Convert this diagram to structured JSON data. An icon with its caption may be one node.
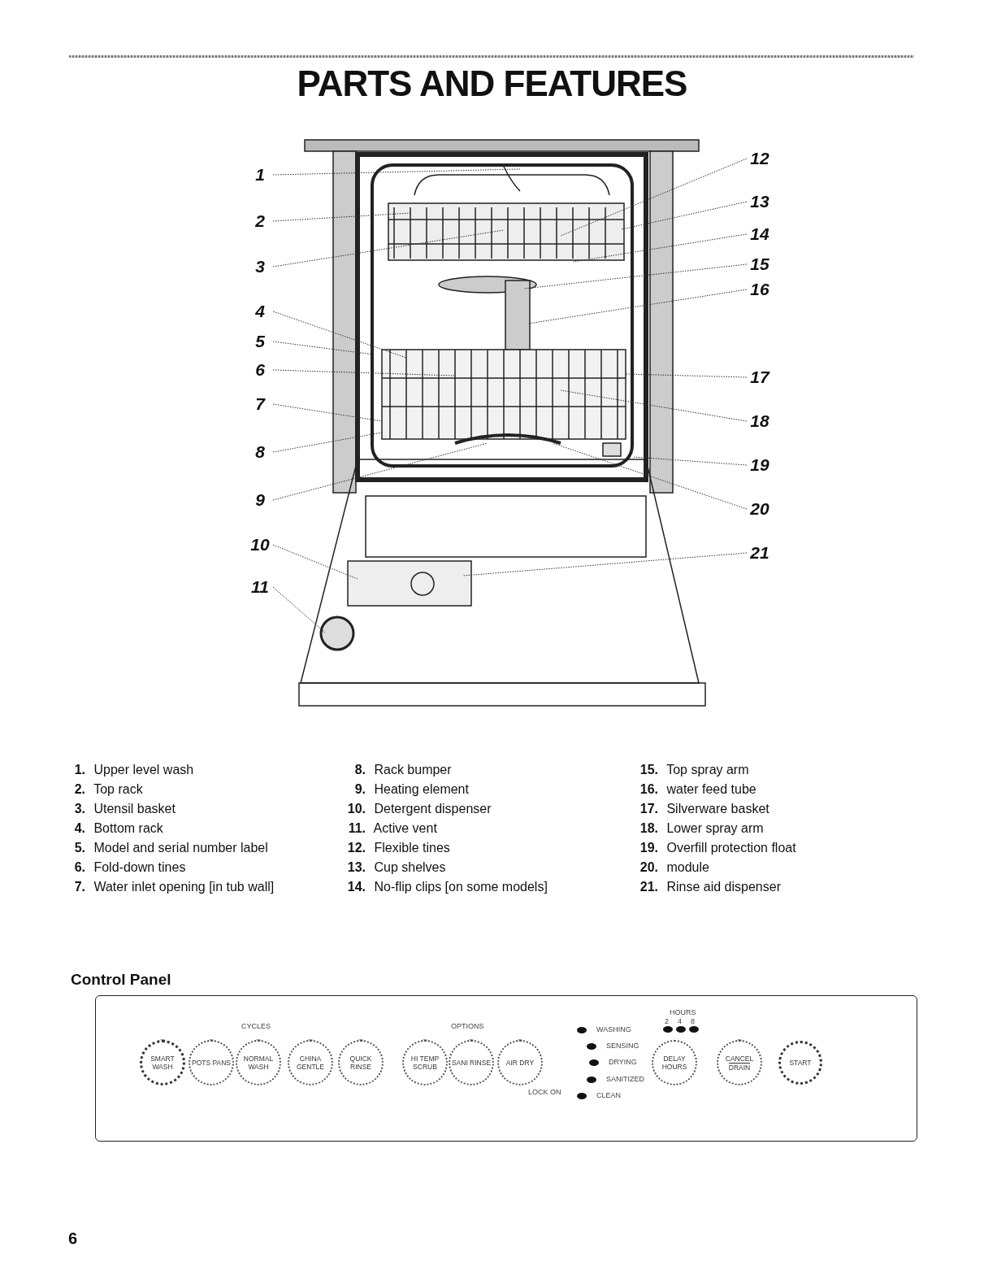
{
  "diagram": {
    "title": "PARTS AND FEATURES",
    "nodes": [
      {
        "text": [
          "1"
        ]
      },
      {
        "text": [
          "2"
        ]
      },
      {
        "text": [
          "3"
        ]
      },
      {
        "text": [
          "4"
        ]
      },
      {
        "text": [
          "5"
        ]
      },
      {
        "text": [
          "6"
        ]
      },
      {
        "text": [
          "7"
        ]
      },
      {
        "text": [
          "8"
        ]
      },
      {
        "text": [
          "9"
        ]
      },
      {
        "text": [
          "10"
        ]
      },
      {
        "text": [
          "11"
        ]
      },
      {
        "text": [
          "12"
        ]
      },
      {
        "text": [
          "13"
        ]
      },
      {
        "text": [
          "14"
        ]
      },
      {
        "text": [
          "15"
        ]
      },
      {
        "text": [
          "16"
        ]
      },
      {
        "text": [
          "17"
        ]
      },
      {
        "text": [
          "18"
        ]
      },
      {
        "text": [
          "19"
        ]
      },
      {
        "text": [
          "20"
        ]
      },
      {
        "text": [
          "21"
        ]
      },
      {
        "text": [
          "Control Panel"
        ]
      },
      {
        "text": [
          "SMART WASH"
        ],
        "in": 21
      },
      {
        "text": [
          "POTS PANS"
        ],
        "in": 21
      },
      {
        "text": [
          "NORMAL WASH"
        ],
        "in": 21
      },
      {
        "text": [
          "CHINA GENTLE"
        ],
        "in": 21
      },
      {
        "text": [
          "QUICK RINSE"
        ],
        "in": 21
      },
      {
        "text": [
          "HI TEMP SCRUB"
        ],
        "in": 21
      },
      {
        "text": [
          "SANI RINSE"
        ],
        "in": 21
      },
      {
        "text": [
          "AIR DRY"
        ],
        "in": 21
      },
      {
        "text": [
          "DELAY HOURS"
        ],
        "in": 21
      },
      {
        "text": [
          "CANCEL",
          "DRAIN"
        ],
        "in": 21
      },
      {
        "text": [
          "START"
        ],
        "in": 21
      }
    ],
    "edges": [
      {
        "from": 0,
        "to": null,
        "arrow": "none"
      },
      {
        "from": 1,
        "to": null,
        "arrow": "none"
      },
      {
        "from": 2,
        "to": null,
        "arrow": "none"
      },
      {
        "from": 3,
        "to": null,
        "arrow": "none"
      },
      {
        "from": 4,
        "to": null,
        "arrow": "none"
      },
      {
        "from": 5,
        "to": null,
        "arrow": "none"
      },
      {
        "from": 6,
        "to": null,
        "arrow": "none"
      },
      {
        "from": 7,
        "to": null,
        "arrow": "none"
      },
      {
        "from": 8,
        "to": null,
        "arrow": "none"
      },
      {
        "from": 9,
        "to": null,
        "arrow": "none"
      },
      {
        "from": 10,
        "to": null,
        "arrow": "none"
      },
      {
        "from": 11,
        "to": null,
        "arrow": "none"
      },
      {
        "from": 12,
        "to": null,
        "arrow": "none"
      },
      {
        "from": 13,
        "to": null,
        "arrow": "none"
      },
      {
        "from": 14,
        "to": null,
        "arrow": "none"
      },
      {
        "from": 15,
        "to": null,
        "arrow": "none"
      },
      {
        "from": 16,
        "to": null,
        "arrow": "none"
      },
      {
        "from": 17,
        "to": null,
        "arrow": "none"
      },
      {
        "from": 18,
        "to": null,
        "arrow": "none"
      },
      {
        "from": 19,
        "to": null,
        "arrow": "none"
      },
      {
        "from": 20,
        "to": null,
        "arrow": "none"
      }
    ],
    "labels": [
      "**1.** Upper level wash",
      "**2.** Top rack",
      "**3.** Utensil basket",
      "**4.** Bottom rack",
      "**5.** Model and serial number label",
      "**6.** Fold-down tines",
      "**7.** Water inlet opening [in tub wall]",
      "**8.** Rack bumper",
      "**9.** Heating element",
      "**10.** Detergent dispenser",
      "**11.** Active vent",
      "**12.** Flexible tines",
      "**13.** Cup shelves",
      "**14.** No-flip clips [on some models]",
      "**15.** Top spray arm",
      "**16.** water feed tube",
      "**17.** Silverware basket",
      "**18.** Lower spray arm",
      "**19.** Overfill protection float",
      "**20.** module",
      "**21.** Rinse aid dispenser",
      "CYCLES",
      "OPTIONS",
      "HOURS",
      "2",
      "4",
      "8",
      "WASHING",
      "SENSING",
      "DRYING",
      "SANITIZED",
      "CLEAN",
      "LOCK ON",
      "6"
    ]
  }
}
